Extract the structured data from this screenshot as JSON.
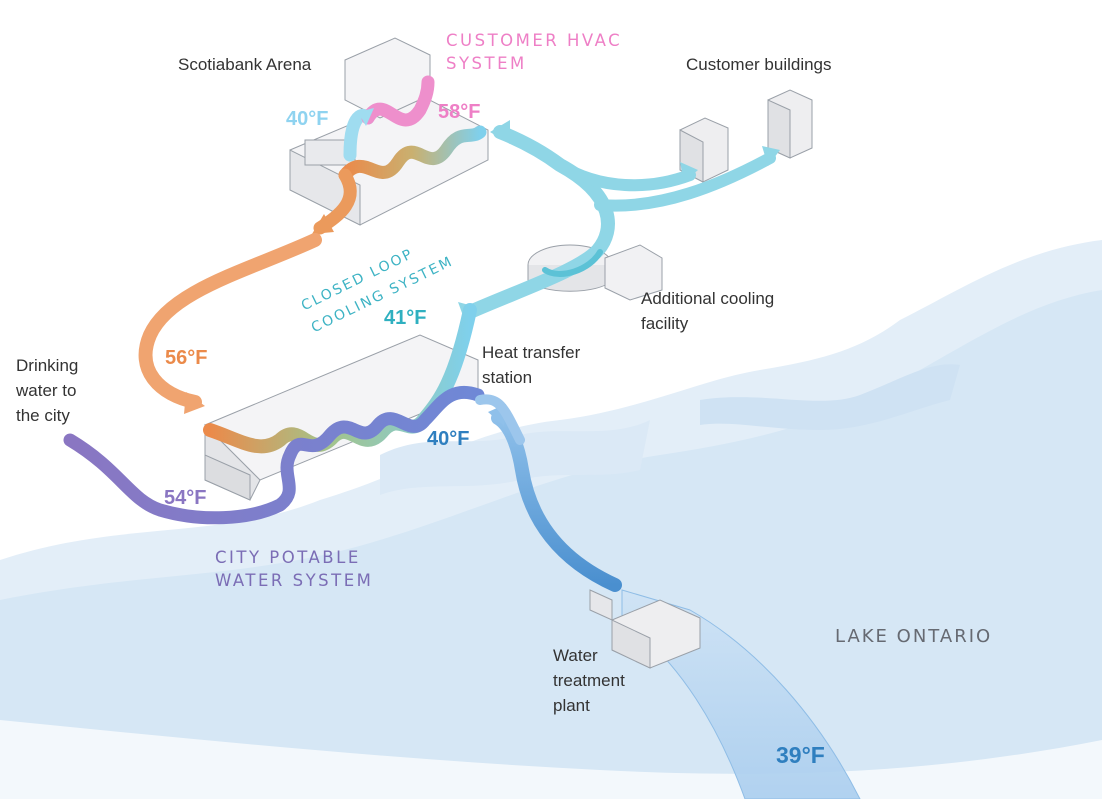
{
  "labels": {
    "scotiabank_arena": "Scotiabank Arena",
    "customer_hvac_line1": "CUSTOMER HVAC",
    "customer_hvac_line2": "SYSTEM",
    "customer_buildings": "Customer buildings",
    "closed_loop_line1": "CLOSED LOOP",
    "closed_loop_line2": "COOLING SYSTEM",
    "additional_cooling_line1": "Additional cooling",
    "additional_cooling_line2": "facility",
    "heat_transfer_line1": "Heat transfer",
    "heat_transfer_line2": "station",
    "drinking_water_line1": "Drinking",
    "drinking_water_line2": "water to",
    "drinking_water_line3": "the city",
    "city_potable_line1": "CITY POTABLE",
    "city_potable_line2": "WATER SYSTEM",
    "lake_ontario": "LAKE ONTARIO",
    "water_treatment_line1": "Water",
    "water_treatment_line2": "treatment",
    "water_treatment_line3": "plant"
  },
  "temperatures": {
    "arena_supply": "40°F",
    "arena_return": "58°F",
    "loop_return": "56°F",
    "loop_supply": "41°F",
    "lake_intake_station": "40°F",
    "potable_out": "54°F",
    "lake_deep": "39°F"
  },
  "colors": {
    "cooling_blue": "#7fd0ec",
    "hvac_pink": "#ee7fc6",
    "loop_orange": "#eb8a4a",
    "loop_teal": "#3db3c4",
    "potable_purple": "#8a76c2",
    "lake_blue": "#2f7fbf",
    "water": "#dbe9f6",
    "label_gray": "#333333"
  }
}
